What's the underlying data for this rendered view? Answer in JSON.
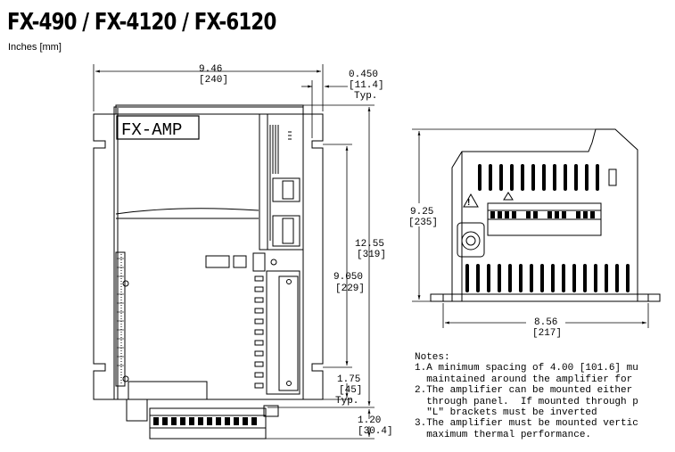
{
  "header": {
    "title": "FX-490 / FX-4120 / FX-6120",
    "units": "Inches [mm]"
  },
  "front_view": {
    "label": "FX-AMP",
    "dimensions": {
      "width_in": "9.46",
      "width_mm": "[240]",
      "flange_in": "0.450",
      "flange_mm": "[11.4]",
      "flange_note": "Typ.",
      "height_in": "12.55",
      "height_mm": "[319]",
      "mount_height_in": "9.050",
      "mount_height_mm": "[229]",
      "bottom_in": "1.75",
      "bottom_mm": "[45]",
      "bottom_note": "Typ.",
      "connector_in": "1.20",
      "connector_mm": "[30.4]"
    }
  },
  "side_view": {
    "dimensions": {
      "height_in": "9.25",
      "height_mm": "[235]",
      "width_in": "8.56",
      "width_mm": "[217]"
    }
  },
  "notes": {
    "heading": "Notes:",
    "items": [
      "1.A minimum spacing of 4.00 [101.6] mu",
      "  maintained around the amplifier for",
      "2.The amplifier can be mounted either",
      "  through panel.  If mounted through p",
      "  \"L\" brackets must be inverted",
      "3.The amplifier must be mounted vertic",
      "  maximum thermal performance."
    ]
  }
}
